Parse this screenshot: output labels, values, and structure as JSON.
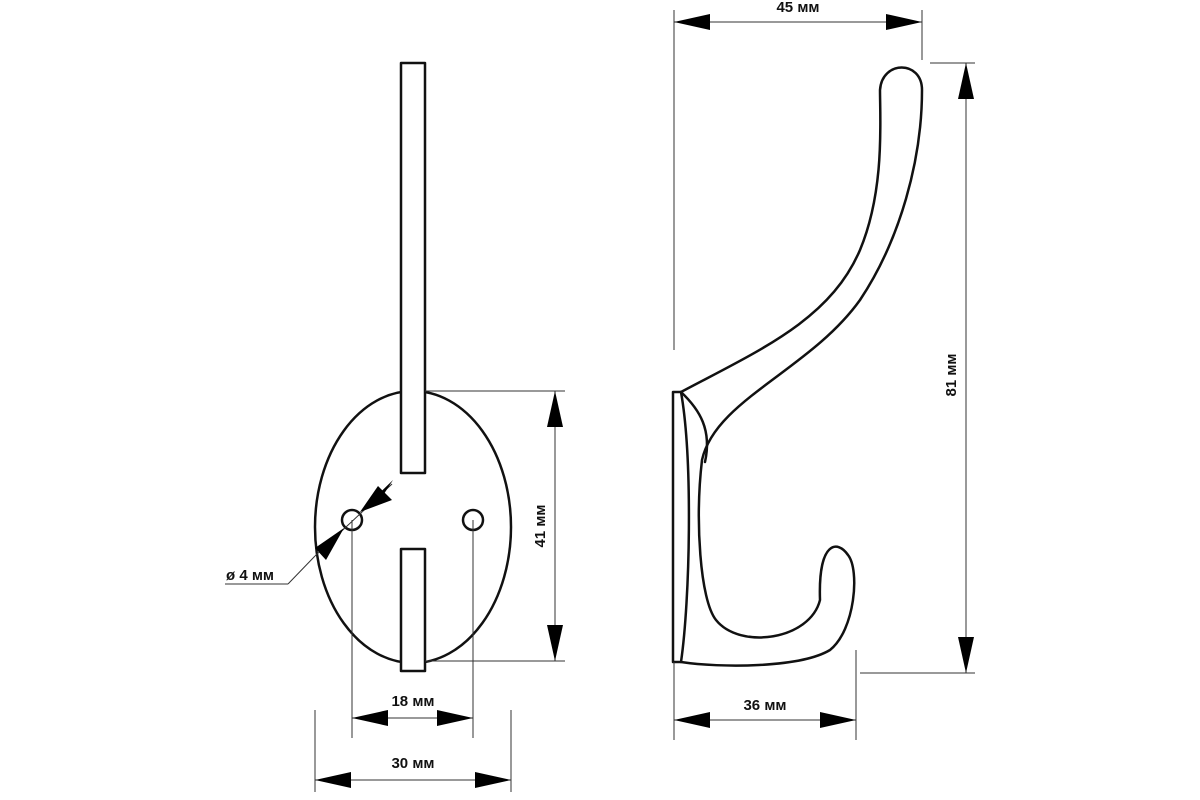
{
  "dimensions": {
    "total_width": "45 мм",
    "total_height": "81 мм",
    "hook_depth": "36 мм",
    "plate_height": "41 мм",
    "hole_spacing": "18 мм",
    "plate_width": "30 мм",
    "hole_diameter": "ø 4 мм"
  },
  "colors": {
    "line": "#111111",
    "background": "#ffffff"
  }
}
